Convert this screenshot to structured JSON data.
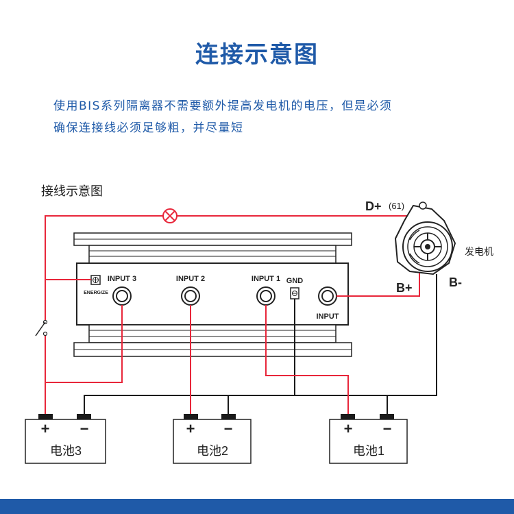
{
  "title": "连接示意图",
  "description": {
    "line1": "使用BIS系列隔离器不需要额外提高发电机的电压，但是必须",
    "line2": "确保连接线必须足够粗，并尽量短"
  },
  "diagram_label": "接线示意图",
  "isolator": {
    "inputs": {
      "input3": "INPUT 3",
      "input2": "INPUT 2",
      "input1": "INPUT 1",
      "gnd": "GND",
      "input": "INPUT",
      "energize": "ENERGIZE"
    }
  },
  "generator": {
    "label": "发电机",
    "d_plus": "D+",
    "d_plus_code": "(61)",
    "b_plus": "B+",
    "b_minus": "B-"
  },
  "batteries": [
    {
      "name": "电池3",
      "plus": "+",
      "minus": "−"
    },
    {
      "name": "电池2",
      "plus": "+",
      "minus": "−"
    },
    {
      "name": "电池1",
      "plus": "+",
      "minus": "−"
    }
  ],
  "colors": {
    "accent": "#1f5aa8",
    "wire_positive": "#e8263a",
    "wire_ground": "#1a1a1a"
  }
}
